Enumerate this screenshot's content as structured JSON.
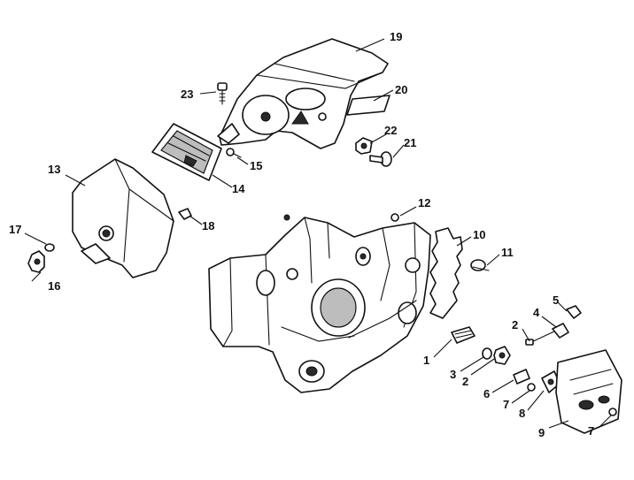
{
  "callouts": [
    {
      "id": "1",
      "label": "1"
    },
    {
      "id": "2a",
      "label": "2"
    },
    {
      "id": "2b",
      "label": "2"
    },
    {
      "id": "3",
      "label": "3"
    },
    {
      "id": "4",
      "label": "4"
    },
    {
      "id": "5",
      "label": "5"
    },
    {
      "id": "6",
      "label": "6"
    },
    {
      "id": "7a",
      "label": "7"
    },
    {
      "id": "7b",
      "label": "7"
    },
    {
      "id": "8",
      "label": "8"
    },
    {
      "id": "9",
      "label": "9"
    },
    {
      "id": "10",
      "label": "10"
    },
    {
      "id": "11",
      "label": "11"
    },
    {
      "id": "12",
      "label": "12"
    },
    {
      "id": "13",
      "label": "13"
    },
    {
      "id": "14",
      "label": "14"
    },
    {
      "id": "15",
      "label": "15"
    },
    {
      "id": "16",
      "label": "16"
    },
    {
      "id": "17",
      "label": "17"
    },
    {
      "id": "18",
      "label": "18"
    },
    {
      "id": "19",
      "label": "19"
    },
    {
      "id": "20",
      "label": "20"
    },
    {
      "id": "21",
      "label": "21"
    },
    {
      "id": "22",
      "label": "22"
    },
    {
      "id": "23",
      "label": "23"
    }
  ]
}
